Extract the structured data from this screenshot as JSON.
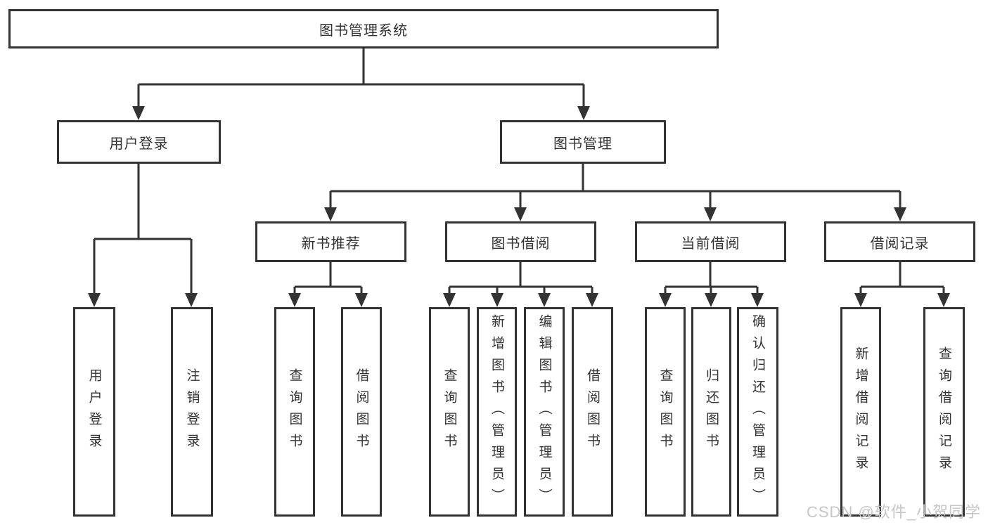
{
  "diagram": {
    "root": "图书管理系统",
    "level2": [
      "用户登录",
      "图书管理"
    ],
    "level3": [
      "新书推荐",
      "图书借阅",
      "当前借阅",
      "借阅记录"
    ],
    "leaves_login": [
      "用户登录",
      "注销登录"
    ],
    "leaves_recommend": [
      "查询图书",
      "借阅图书"
    ],
    "leaves_borrow": [
      "查询图书",
      "新增图书（管理员）",
      "编辑图书（管理员）",
      "借阅图书"
    ],
    "leaves_current": [
      "查询图书",
      "归还图书",
      "确认归还（管理员）"
    ],
    "leaves_records": [
      "新增借阅记录",
      "查询借阅记录"
    ]
  },
  "watermark": "CSDN @软件_小贺同学",
  "colors": {
    "line": "#333333",
    "text": "#333333",
    "watermark": "#c6c6c6",
    "background": "#ffffff"
  }
}
